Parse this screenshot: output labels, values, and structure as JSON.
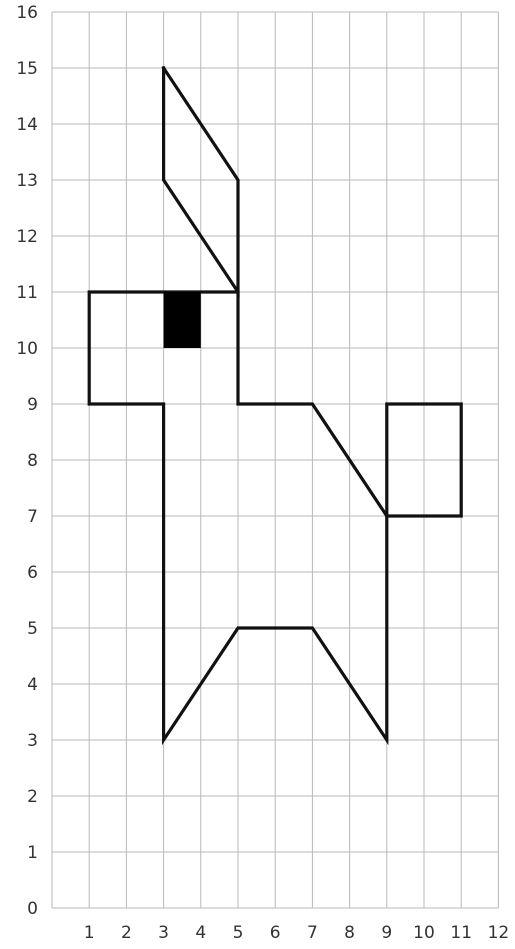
{
  "figure": {
    "type": "grid-drawing",
    "x_range": [
      0,
      12
    ],
    "y_range": [
      0,
      16
    ],
    "x_tick_labels": [
      "1",
      "2",
      "3",
      "4",
      "5",
      "6",
      "7",
      "8",
      "9",
      "10",
      "11",
      "12"
    ],
    "y_tick_labels": [
      "0",
      "1",
      "2",
      "3",
      "4",
      "5",
      "6",
      "7",
      "8",
      "9",
      "10",
      "11",
      "12",
      "13",
      "14",
      "15",
      "16"
    ],
    "colors": {
      "grid": "#b8b8b8",
      "outline": "#111111",
      "fill": "#000000",
      "text": "#333333"
    },
    "shapes": [
      {
        "name": "rabbit-body-outline",
        "kind": "polyline",
        "points": [
          [
            1,
            11
          ],
          [
            5,
            11
          ],
          [
            5,
            9
          ],
          [
            7,
            9
          ],
          [
            9,
            7
          ],
          [
            9,
            3
          ],
          [
            7,
            5
          ],
          [
            5,
            5
          ],
          [
            3,
            3
          ],
          [
            3,
            9
          ],
          [
            1,
            9
          ],
          [
            1,
            11
          ]
        ]
      },
      {
        "name": "rabbit-ear-outline",
        "kind": "polyline",
        "points": [
          [
            3,
            15
          ],
          [
            5,
            13
          ],
          [
            5,
            11
          ],
          [
            3,
            13
          ],
          [
            3,
            15
          ]
        ]
      },
      {
        "name": "rabbit-tail-square",
        "kind": "polyline",
        "points": [
          [
            9,
            9
          ],
          [
            11,
            9
          ],
          [
            11,
            7
          ],
          [
            9,
            7
          ],
          [
            9,
            9
          ]
        ]
      },
      {
        "name": "rabbit-eye",
        "kind": "rect-filled",
        "points": [
          [
            3,
            11
          ],
          [
            4,
            10
          ]
        ]
      }
    ]
  }
}
